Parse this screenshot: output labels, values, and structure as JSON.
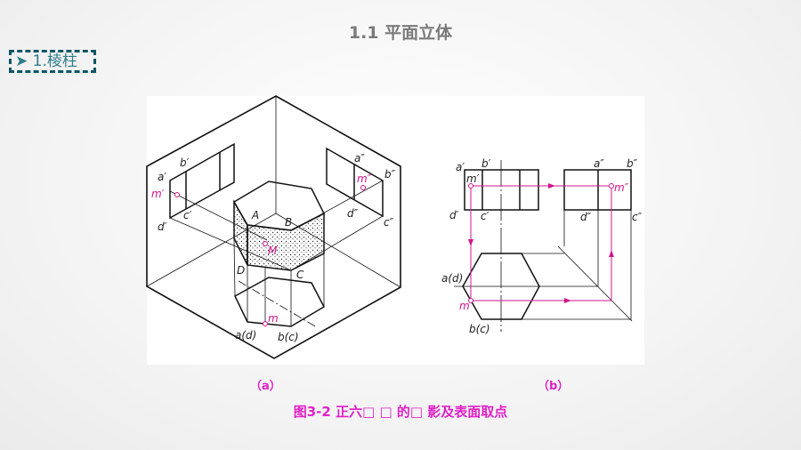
{
  "header": {
    "title": "1.1  平面立体"
  },
  "section": {
    "marker": "➤",
    "label": "1.棱柱"
  },
  "figure_a": {
    "label": "（a）",
    "points": {
      "a1": "a′",
      "b1": "b′",
      "c1": "c′",
      "d1": "d′",
      "m1": "m′",
      "a2": "a″",
      "b2": "b″",
      "c2": "c″",
      "d2": "d″",
      "m2": "m″",
      "A": "A",
      "B": "B",
      "C": "C",
      "D": "D",
      "M": "M",
      "m": "m",
      "ad": "a(d)",
      "bc": "b(c)"
    }
  },
  "figure_b": {
    "label": "（b）",
    "points": {
      "a1": "a′",
      "b1": "b′",
      "c1": "c′",
      "d1": "d′",
      "m1": "m′",
      "a2": "a″",
      "b2": "b″",
      "c2": "c″",
      "d2": "d″",
      "m2": "m″",
      "m": "m",
      "ad": "a(d)",
      "bc": "b(c)"
    }
  },
  "caption": "图3-2  正六□ □ 的□ 影及表面取点",
  "colors": {
    "accent": "#d0168c",
    "section": "#0f5566"
  }
}
